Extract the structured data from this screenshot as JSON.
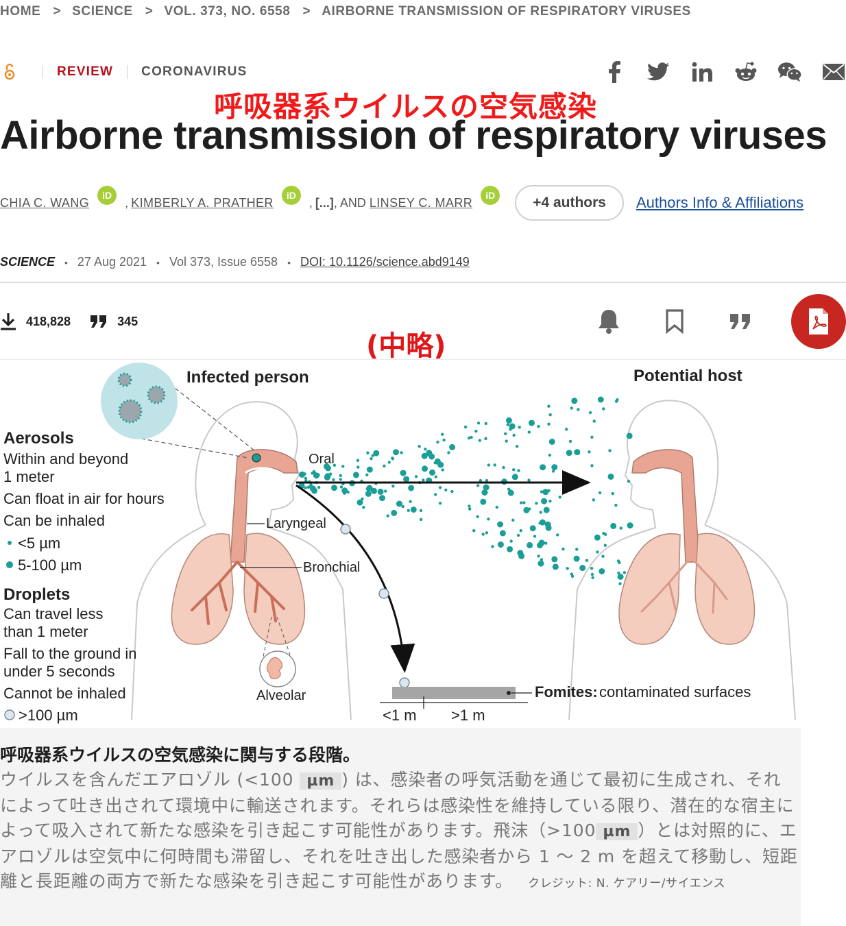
{
  "breadcrumb": {
    "items": [
      "HOME",
      "SCIENCE",
      "VOL. 373, NO. 6558",
      "AIRBORNE TRANSMISSION OF RESPIRATORY VIRUSES"
    ],
    "separator": ">"
  },
  "article_type": {
    "type": "REVIEW",
    "topic": "CORONAVIRUS"
  },
  "share_icons": [
    "facebook-icon",
    "twitter-icon",
    "linkedin-icon",
    "reddit-icon",
    "wechat-icon",
    "email-icon"
  ],
  "overlay": {
    "jp_title": "呼吸器系ウイルスの空気感染",
    "omitted": "(中略)"
  },
  "title": "Airborne transmission of respiratory viruses",
  "authors": {
    "a1": "CHIA C. WANG",
    "sep1": ",",
    "a2": "KIMBERLY A. PRATHER",
    "sep2": ",",
    "ellipsis": "[...]",
    "and": ", AND",
    "a3": "LINSEY C. MARR",
    "orcid_label": "iD",
    "more_button": "+4 authors",
    "affiliations_link": "Authors Info & Affiliations"
  },
  "citation": {
    "journal": "SCIENCE",
    "bullet": "•",
    "date": "27 Aug 2021",
    "volume": "Vol 373, Issue 6558",
    "doi": "DOI: 10.1126/science.abd9149"
  },
  "metrics": {
    "downloads": "418,828",
    "citations": "345"
  },
  "figure": {
    "infected_label": "Infected person",
    "host_label": "Potential host",
    "aerosols_title": "Aerosols",
    "aerosols_l1": "Within and beyond",
    "aerosols_l2": "1 meter",
    "aerosols_l3": "Can float in air for hours",
    "aerosols_l4": "Can be inhaled",
    "aerosols_small": "<5 µm",
    "aerosols_large": "5-100 µm",
    "droplets_title": "Droplets",
    "droplets_l1": "Can travel less",
    "droplets_l2": "than 1 meter",
    "droplets_l3": "Fall to the ground in",
    "droplets_l4": "under 5 seconds",
    "droplets_l5": "Cannot be inhaled",
    "droplets_size": ">100 µm",
    "oral": "Oral",
    "laryngeal": "Laryngeal",
    "bronchial": "Bronchial",
    "alveolar": "Alveolar",
    "fomites_bold": "Fomites:",
    "fomites_text": "contaminated surfaces",
    "dist_near": "<1 m",
    "dist_far": ">1 m",
    "colors": {
      "aerosol": "#1a9e96",
      "tissue": "#e8a593",
      "droplet": "#dce6ef"
    }
  },
  "caption": {
    "title": "呼吸器系ウイルスの空気感染に関与する段階。",
    "p1": "ウイルスを含んだエアロゾル (<100 ",
    "unit": "µm",
    "p2": ") は、感染者の呼気活動を通じて最初に生成され、それによって吐き出されて環境中に輸送されます。それらは感染性を維持している限り、潜在的な宿主によって吸入されて新たな感染を引き起こす可能性があります。飛沫（>100",
    "p3": "）とは対照的に、エアロゾルは空気中に何時間も滞留し、それを吐き出した感染者から 1 ～ 2 m を超えて移動し、短距離と長距離の両方で新たな感染を引き起こす可能性があります。",
    "credit": "クレジット: N. ケアリー/サイエンス"
  }
}
